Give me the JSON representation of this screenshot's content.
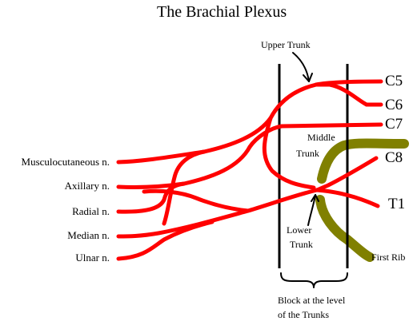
{
  "title": "The Brachial Plexus",
  "roots": [
    "C5",
    "C6",
    "C7",
    "C8",
    "T1"
  ],
  "nerves": [
    "Musculocutaneous n.",
    "Axillary n.",
    "Radial n.",
    "Median n.",
    "Ulnar n."
  ],
  "trunks": {
    "upper": "Upper Trunk",
    "middle_line1": "Middle",
    "middle_line2": "Trunk",
    "lower_line1": "Lower",
    "lower_line2": "Trunk"
  },
  "first_rib": "First Rib",
  "block_label": {
    "line1": "Block at the level",
    "line2": "of the Trunks"
  },
  "colors": {
    "nerve": "#ff0000",
    "rib": "#808000",
    "guide": "#000000"
  }
}
